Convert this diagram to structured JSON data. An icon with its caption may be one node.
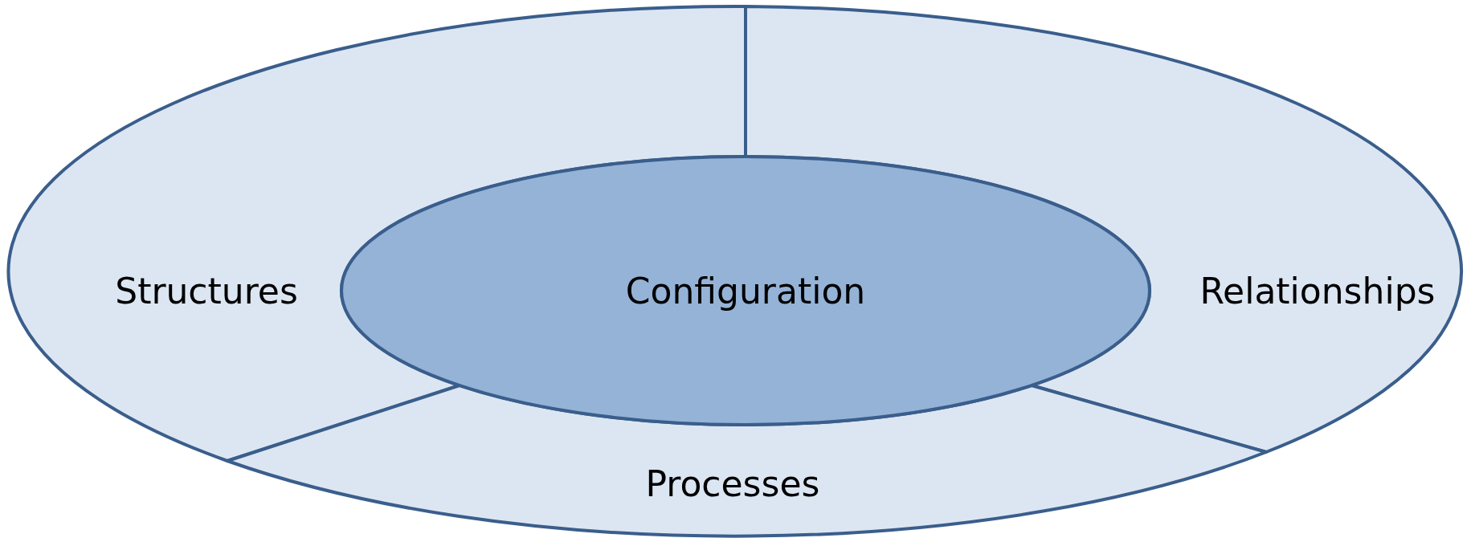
{
  "diagram": {
    "nodes": [
      {
        "text": [
          "Configuration"
        ]
      },
      {
        "text": [
          "Structures"
        ]
      },
      {
        "text": [
          "Relationships"
        ]
      },
      {
        "text": [
          "Processes"
        ]
      }
    ]
  }
}
